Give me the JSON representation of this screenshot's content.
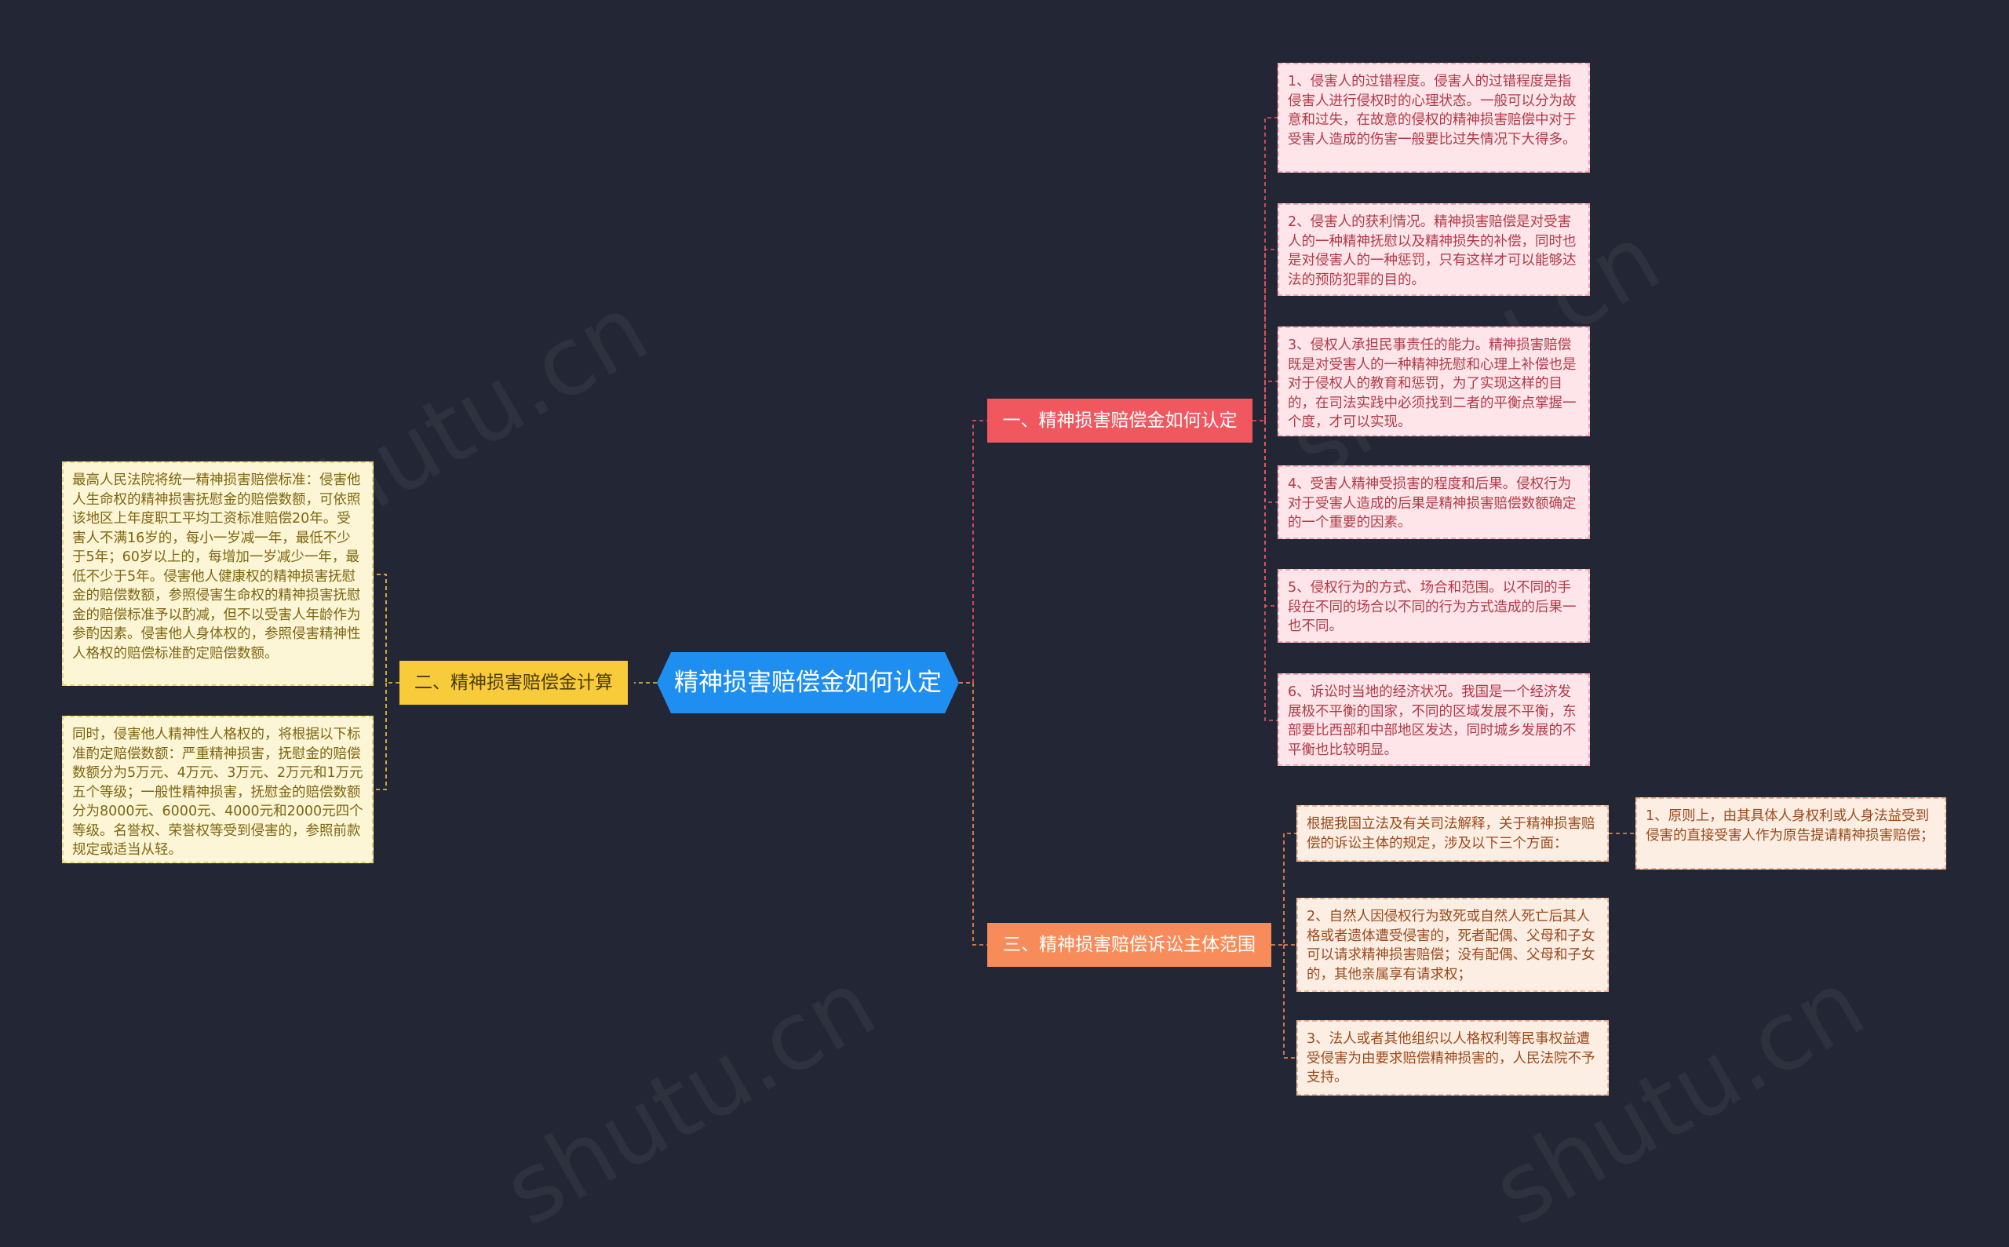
{
  "root": {
    "label": "精神损害赔偿金如何认定"
  },
  "branches": [
    {
      "label": "一、精神损害赔偿金如何认定",
      "leaves": [
        "1、侵害人的过错程度。侵害人的过错程度是指侵害人进行侵权时的心理状态。一般可以分为故意和过失，在故意的侵权的精神损害赔偿中对于受害人造成的伤害一般要比过失情况下大得多。",
        "2、侵害人的获利情况。精神损害赔偿是对受害人的一种精神抚慰以及精神损失的补偿，同时也是对侵害人的一种惩罚，只有这样才可以能够达法的预防犯罪的目的。",
        "3、侵权人承担民事责任的能力。精神损害赔偿既是对受害人的一种精神抚慰和心理上补偿也是对于侵权人的教育和惩罚，为了实现这样的目的，在司法实践中必须找到二者的平衡点掌握一个度，才可以实现。",
        "4、受害人精神受损害的程度和后果。侵权行为对于受害人造成的后果是精神损害赔偿数额确定的一个重要的因素。",
        "5、侵权行为的方式、场合和范围。以不同的手段在不同的场合以不同的行为方式造成的后果一也不同。",
        "6、诉讼时当地的经济状况。我国是一个经济发展极不平衡的国家，不同的区域发展不平衡，东部要比西部和中部地区发达，同时城乡发展的不平衡也比较明显。"
      ]
    },
    {
      "label": "二、精神损害赔偿金计算",
      "leaves": [
        "最高人民法院将统一精神损害赔偿标准：侵害他人生命权的精神损害抚慰金的赔偿数额，可依照该地区上年度职工平均工资标准赔偿20年。受害人不满16岁的，每小一岁减一年，最低不少于5年；60岁以上的，每增加一岁减少一年，最低不少于5年。侵害他人健康权的精神损害抚慰金的赔偿数额，参照侵害生命权的精神损害抚慰金的赔偿标准予以酌减，但不以受害人年龄作为参酌因素。侵害他人身体权的，参照侵害精神性人格权的赔偿标准酌定赔偿数额。",
        "同时，侵害他人精神性人格权的，将根据以下标准酌定赔偿数额：严重精神损害，抚慰金的赔偿数额分为5万元、4万元、3万元、2万元和1万元五个等级；一般性精神损害，抚慰金的赔偿数额分为8000元、6000元、4000元和2000元四个等级。名誉权、荣誉权等受到侵害的，参照前款规定或适当从轻。"
      ]
    },
    {
      "label": "三、精神损害赔偿诉讼主体范围",
      "leaves": [
        "根据我国立法及有关司法解释，关于精神损害赔偿的诉讼主体的规定，涉及以下三个方面：",
        "2、自然人因侵权行为致死或自然人死亡后其人格或者遗体遭受侵害的，死者配偶、父母和子女可以请求精神损害赔偿；没有配偶、父母和子女的，其他亲属享有请求权；",
        "3、法人或者其他组织以人格权利等民事权益遭受侵害为由要求赔偿精神损害的，人民法院不予支持。"
      ],
      "sub_leaf": "1、原则上，由其具体人身权利或人身法益受到侵害的直接受害人作为原告提请精神损害赔偿；"
    }
  ],
  "colors": {
    "background": "#232634",
    "root": "#1e8ff0",
    "branch_1": "#f0575e",
    "branch_2": "#f8cb3a",
    "branch_3": "#f78c5a"
  }
}
